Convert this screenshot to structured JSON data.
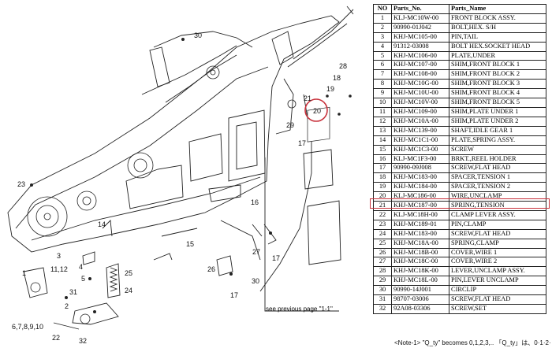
{
  "table": {
    "headers": [
      "NO",
      "Parts_No.",
      "Parts_Name"
    ],
    "rows": [
      [
        "1",
        "KLJ-MC10W-00",
        "FRONT BLOCK ASSY."
      ],
      [
        "2",
        "90990-01J042",
        "BOLT,HEX. S/H"
      ],
      [
        "3",
        "KHJ-MC105-00",
        "PIN,TAIL"
      ],
      [
        "4",
        "91312-03008",
        "BOLT HEX.SOCKET HEAD"
      ],
      [
        "5",
        "KHJ-MC106-00",
        "PLATE,UNDER"
      ],
      [
        "6",
        "KHJ-MC107-00",
        "SHIM,FRONT BLOCK 1"
      ],
      [
        "7",
        "KHJ-MC108-00",
        "SHIM,FRONT BLOCK 2"
      ],
      [
        "8",
        "KHJ-MC10G-00",
        "SHIM,FRONT BLOCK 3"
      ],
      [
        "9",
        "KHJ-MC10U-00",
        "SHIM,FRONT BLOCK 4"
      ],
      [
        "10",
        "KHJ-MC10V-00",
        "SHIM,FRONT BLOCK 5"
      ],
      [
        "11",
        "KHJ-MC109-00",
        "SHIM,PLATE UNDER 1"
      ],
      [
        "12",
        "KHJ-MC10A-00",
        "SHIM,PLATE UNDER 2"
      ],
      [
        "13",
        "KHJ-MC139-00",
        "SHAFT,IDLE GEAR 1"
      ],
      [
        "14",
        "KHJ-MC1C1-00",
        "PLATE,SPRING ASSY."
      ],
      [
        "15",
        "KHJ-MC1C3-00",
        "SCREW"
      ],
      [
        "16",
        "KLJ-MC1F3-00",
        "BRKT.,REEL HOLDER"
      ],
      [
        "17",
        "90990-09J008",
        "SCREW,FLAT HEAD"
      ],
      [
        "18",
        "KHJ-MC183-00",
        "SPACER,TENSION 1"
      ],
      [
        "19",
        "KHJ-MC184-00",
        "SPACER,TENSION 2"
      ],
      [
        "20",
        "KLJ-MC186-00",
        "WIRE,UNCLAMP"
      ],
      [
        "21",
        "KHJ-MC187-00",
        "SPRING,TENSION"
      ],
      [
        "22",
        "KLJ-MC18H-00",
        "CLAMP LEVER ASSY."
      ],
      [
        "23",
        "KHJ-MC189-01",
        "PIN,CLAMP"
      ],
      [
        "24",
        "KHJ-MC183-00",
        "SCREW,FLAT HEAD"
      ],
      [
        "25",
        "KHJ-MC18A-00",
        "SPRING,CLAMP"
      ],
      [
        "26",
        "KHJ-MC18B-00",
        "COVER,WIRE 1"
      ],
      [
        "27",
        "KHJ-MC18C-00",
        "COVER,WIRE 2"
      ],
      [
        "28",
        "KHJ-MC18K-00",
        "LEVER,UNCLAMP ASSY."
      ],
      [
        "29",
        "KHJ-MC18L-00",
        "PIN,LEVER UNCLAMP"
      ],
      [
        "30",
        "90990-14J001",
        "CIRCLIP"
      ],
      [
        "31",
        "98707-03006",
        "SCREW,FLAT HEAD"
      ],
      [
        "32",
        "92A08-03306",
        "SCREW,SET"
      ]
    ]
  },
  "callouts": {
    "c30a": "30",
    "c28": "28",
    "c18": "18",
    "c19": "19",
    "c21": "21",
    "c20": "20",
    "c29": "29",
    "c17a": "17",
    "c23": "23",
    "c16": "16",
    "c14": "14",
    "c15": "15",
    "c3": "3",
    "c11_12": "11,12",
    "c4": "4",
    "c5": "5",
    "c31": "31",
    "c1": "1",
    "c2": "2",
    "c6_10": "6,7,8,9,10",
    "c25": "25",
    "c24": "24",
    "c22": "22",
    "c32": "32",
    "c27": "27",
    "c17b": "17",
    "c26": "26",
    "c30b": "30",
    "c17c": "17"
  },
  "labels": {
    "see_previous": "see previous page \"1-1\"",
    "footer": "<Note-1> \"Q_ty\" becomes 0,1,2,3,.. 「Q_ty」は、0·1·2·"
  },
  "colors": {
    "highlight": "#c8323c",
    "ink": "#111111"
  }
}
